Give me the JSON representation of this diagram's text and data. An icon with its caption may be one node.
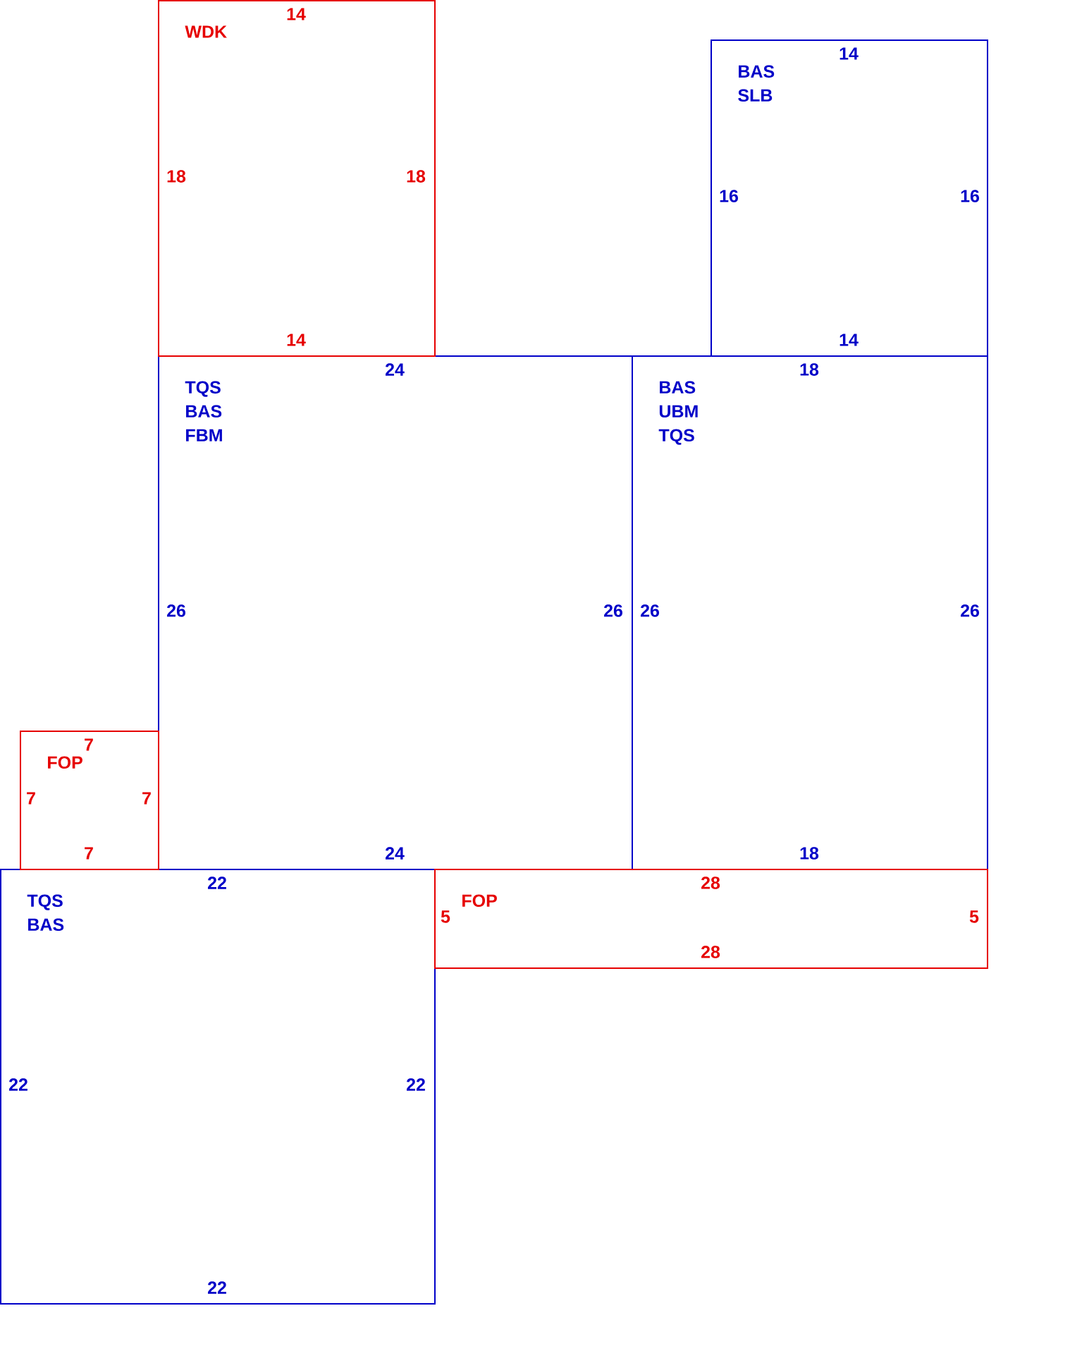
{
  "diagram": {
    "nodes": [
      {
        "text": [
          "WDK",
          "14",
          "18",
          "18",
          "14"
        ]
      },
      {
        "text": [
          "BAS SLB",
          "14",
          "16",
          "16",
          "14"
        ]
      },
      {
        "text": [
          "TQS BAS FBM",
          "24",
          "26",
          "26",
          "24"
        ]
      },
      {
        "text": [
          "BAS UBM TQS",
          "18",
          "26",
          "26",
          "18"
        ]
      },
      {
        "text": [
          "FOP",
          "7",
          "7",
          "7",
          "7"
        ]
      },
      {
        "text": [
          "TQS BAS",
          "22",
          "22",
          "22",
          "22"
        ]
      },
      {
        "text": [
          "FOP",
          "28",
          "5",
          "5",
          "28"
        ]
      }
    ]
  }
}
